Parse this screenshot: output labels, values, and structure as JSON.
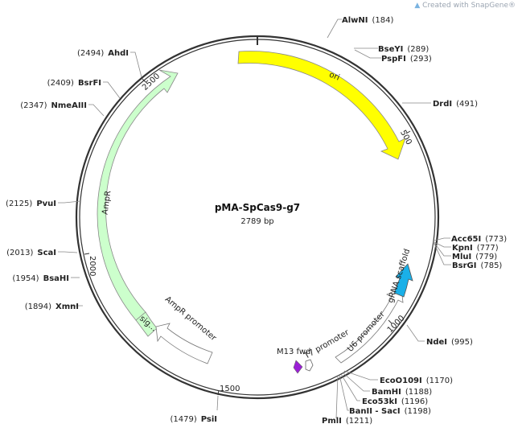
{
  "header": {
    "created_with": "Created with SnapGene®"
  },
  "plasmid": {
    "name": "pMA-SpCas9-g7",
    "size_label": "2789 bp"
  },
  "ticks": [
    "500",
    "1000",
    "1500",
    "2000",
    "2500"
  ],
  "features": {
    "ori": "ori",
    "ampr": "AmpR",
    "sig": "sig...",
    "ampr_promoter": "AmpR promoter",
    "m13_fwd": "M13 fwd",
    "t7_promoter": "T7 promoter",
    "u6_promoter": "U6 promoter",
    "grna_scaffold": "gRNA scaffold"
  },
  "sites": [
    {
      "name": "AlwNI",
      "pos": "(184)"
    },
    {
      "name": "BseYI",
      "pos": "(289)"
    },
    {
      "name": "PspFI",
      "pos": "(293)"
    },
    {
      "name": "DrdI",
      "pos": "(491)"
    },
    {
      "name": "Acc65I",
      "pos": "(773)"
    },
    {
      "name": "KpnI",
      "pos": "(777)"
    },
    {
      "name": "MluI",
      "pos": "(779)"
    },
    {
      "name": "BsrGI",
      "pos": "(785)"
    },
    {
      "name": "NdeI",
      "pos": "(995)"
    },
    {
      "name": "EcoO109I",
      "pos": "(1170)"
    },
    {
      "name": "BamHI",
      "pos": "(1188)"
    },
    {
      "name": "Eco53kI",
      "pos": "(1196)"
    },
    {
      "name": "BanII - SacI",
      "pos": "(1198)"
    },
    {
      "name": "PmlI",
      "pos": "(1211)"
    },
    {
      "name": "PsiI",
      "pos": "(1479)"
    },
    {
      "name": "XmnI",
      "pos": "(1894)"
    },
    {
      "name": "BsaHI",
      "pos": "(1954)"
    },
    {
      "name": "ScaI",
      "pos": "(2013)"
    },
    {
      "name": "PvuI",
      "pos": "(2125)"
    },
    {
      "name": "NmeAIII",
      "pos": "(2347)"
    },
    {
      "name": "BsrFI",
      "pos": "(2409)"
    },
    {
      "name": "AhdI",
      "pos": "(2494)"
    }
  ],
  "colors": {
    "ori": "#ffff00",
    "ampr": "#ccffcc",
    "promoter": "#ffffff",
    "m13": "#9b1fd6",
    "grna": "#1ab0e8",
    "backbone": "#333333"
  }
}
